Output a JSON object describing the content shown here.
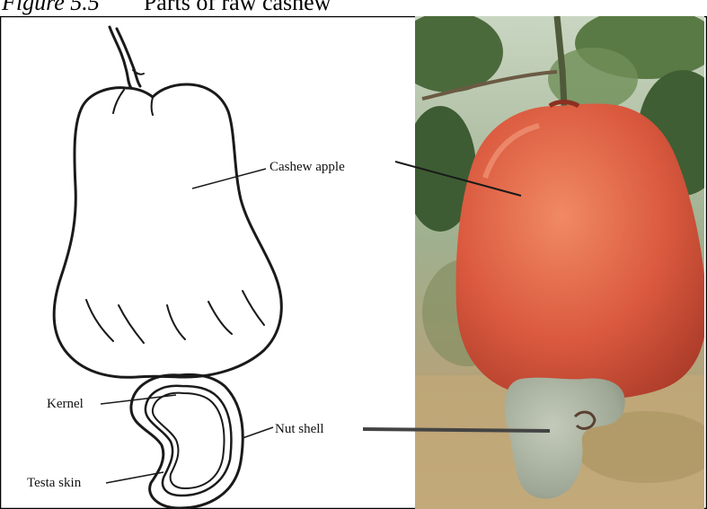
{
  "caption": {
    "figure_label": "Figure 5.5",
    "title": "Parts of raw cashew"
  },
  "labels": {
    "cashew_apple": "Cashew apple",
    "kernel": "Kernel",
    "nut_shell": "Nut shell",
    "testa_skin": "Testa skin"
  },
  "colors": {
    "line": "#1a1a1a",
    "apple_red": "#d9503a",
    "apple_highlight": "#ee8a62",
    "nut_grey": "#a9b2a0",
    "leaf_green": "#3d5c33",
    "sky": "#dfe7dc",
    "ground": "#b09a6a"
  }
}
